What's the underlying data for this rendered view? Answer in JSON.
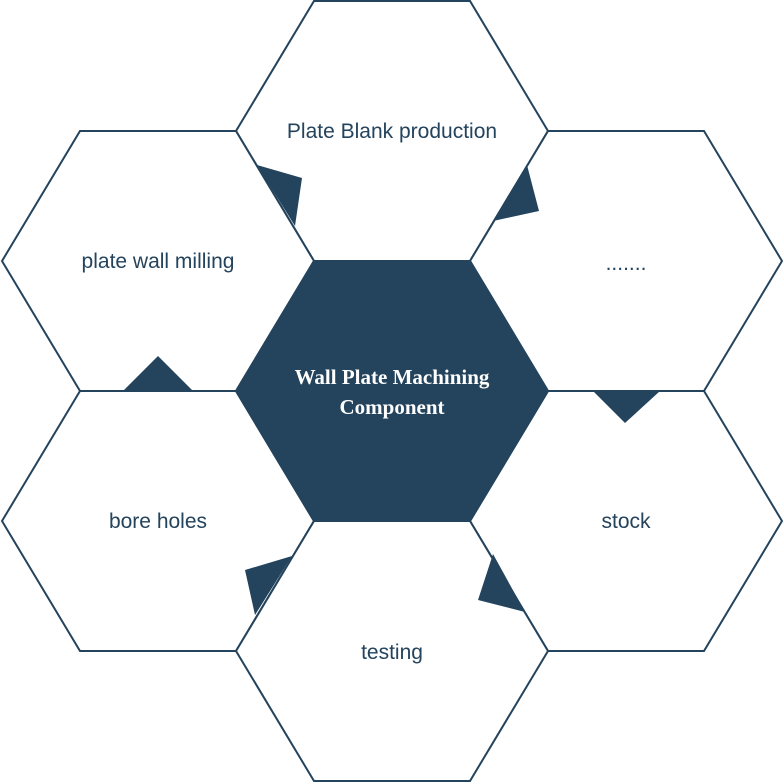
{
  "diagram": {
    "center": {
      "line1": "Wall Plate Machining",
      "line2": "Component"
    },
    "nodes": [
      {
        "id": "top",
        "label": "Plate Blank production"
      },
      {
        "id": "upper-right",
        "label": "......."
      },
      {
        "id": "lower-right",
        "label": "stock"
      },
      {
        "id": "bottom",
        "label": "testing"
      },
      {
        "id": "lower-left",
        "label": "bore holes"
      },
      {
        "id": "upper-left",
        "label": "plate wall milling"
      }
    ],
    "colors": {
      "primary": "#24435c",
      "background": "#ffffff"
    }
  }
}
